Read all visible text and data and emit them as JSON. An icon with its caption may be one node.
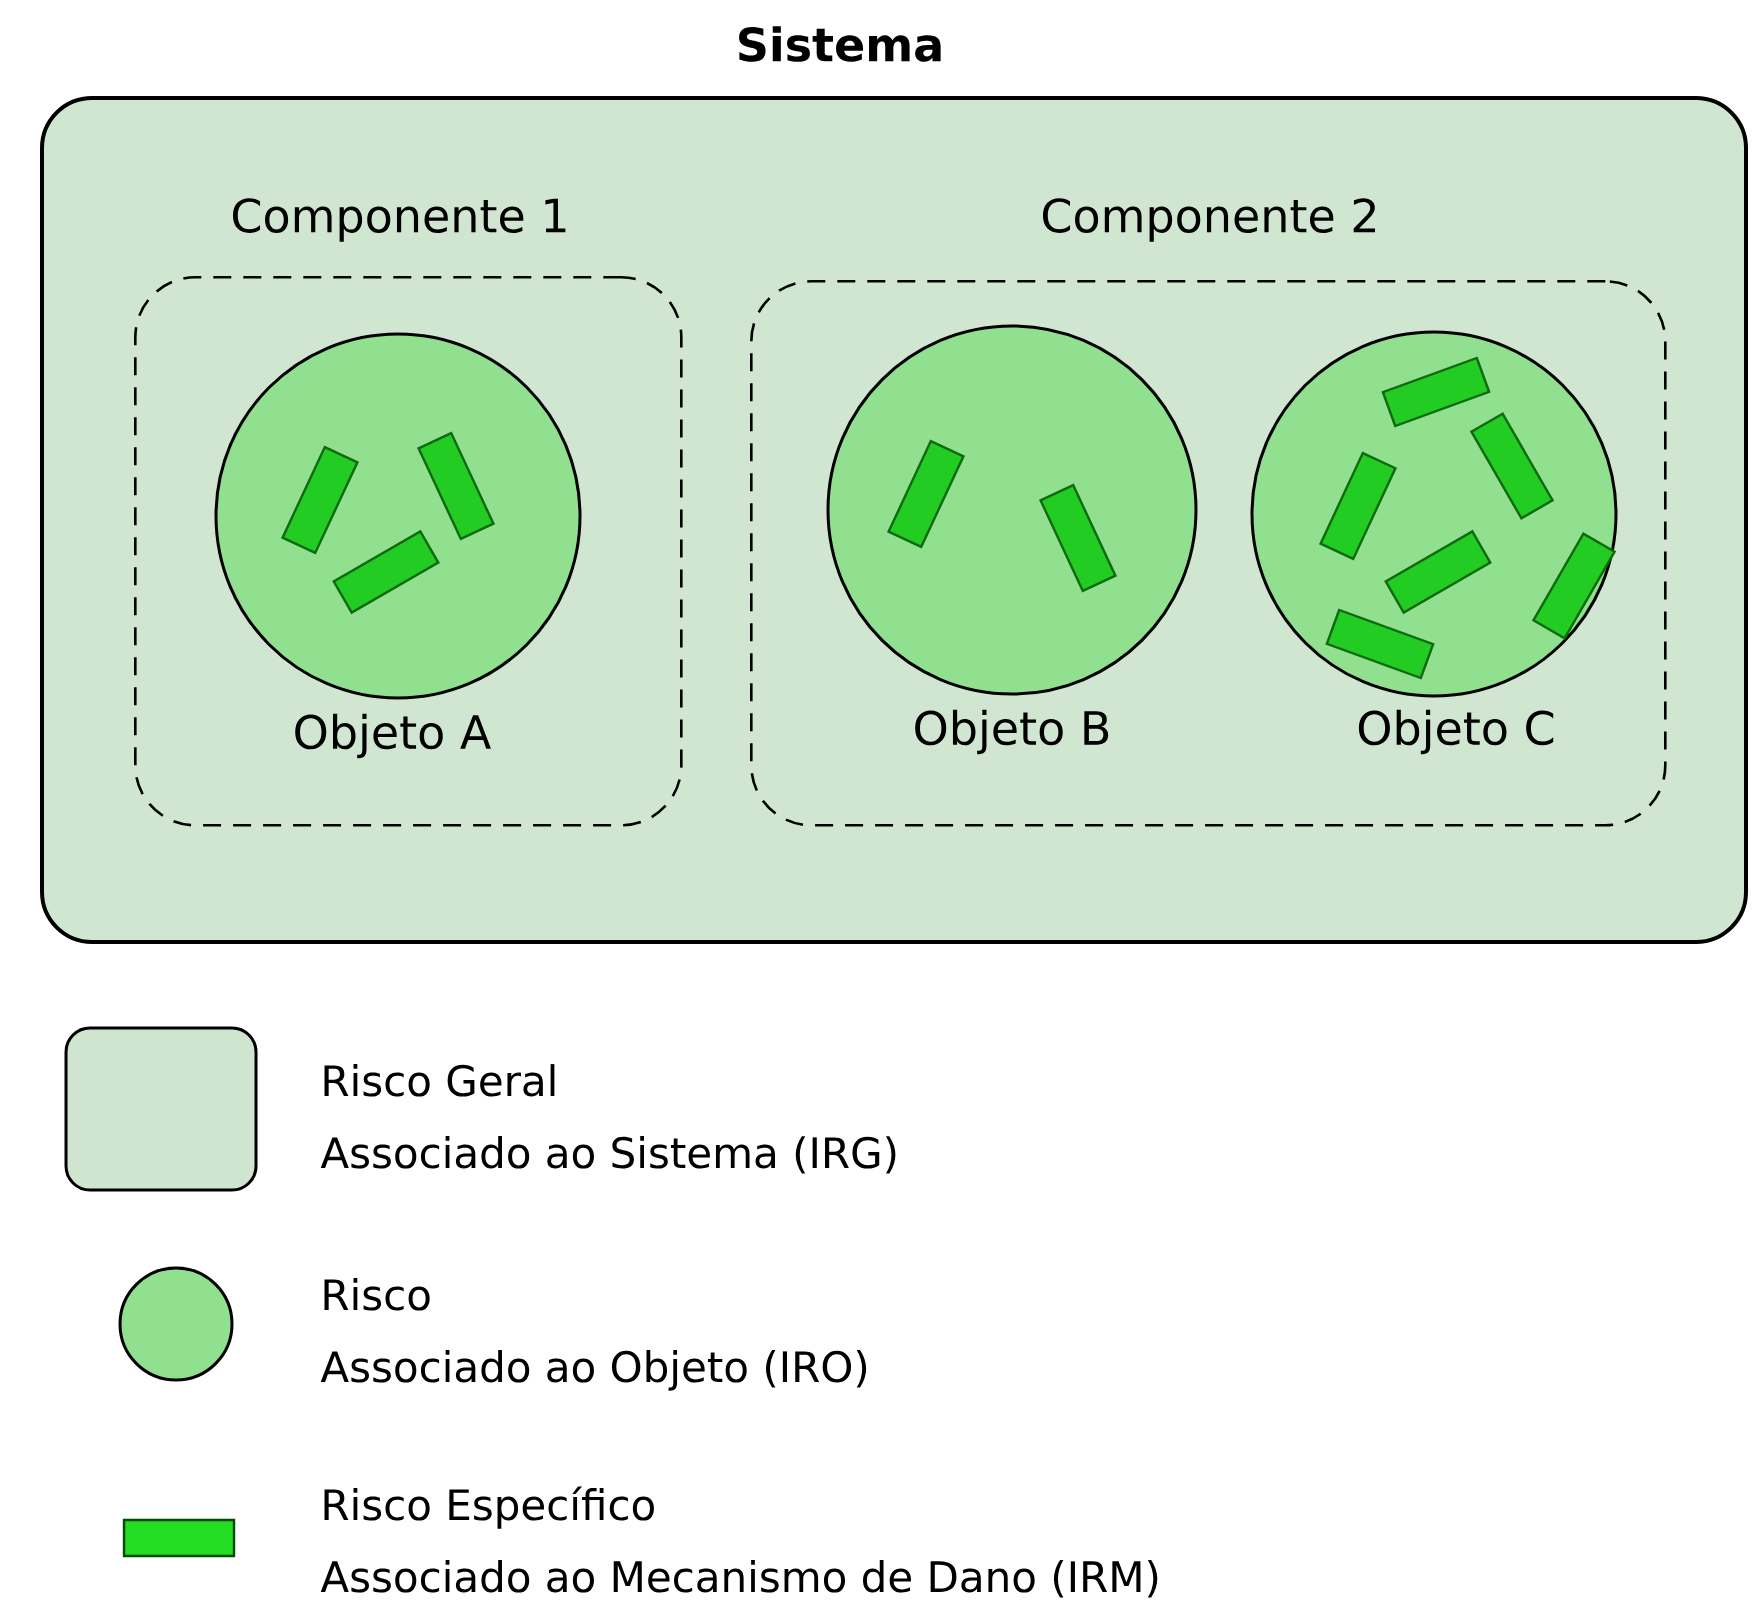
{
  "diagram": {
    "nodes": [
      {
        "text": [
          "Sistema"
        ]
      },
      {
        "text": [
          "Componente 1"
        ],
        "in": 0
      },
      {
        "text": [],
        "shape": "circle",
        "beside": [
          "Objeto A"
        ],
        "in": 1
      },
      {
        "text": [
          "Componente 2"
        ],
        "in": 0
      },
      {
        "text": [],
        "shape": "circle",
        "beside": [
          "Objeto B"
        ],
        "in": 3
      },
      {
        "text": [],
        "shape": "circle",
        "beside": [
          "Objeto C"
        ],
        "in": 3
      }
    ],
    "legend": [
      {
        "text": "Risco Geral Associado ao Sistema (IRG)",
        "color": "#cfe5cf"
      },
      {
        "text": "Risco Associado ao Objeto (IRO)",
        "color": "#90e090"
      },
      {
        "text": "Risco Específico Associado ao Mecanismo de Dano (IRM)",
        "color": "#22dd22"
      }
    ]
  }
}
